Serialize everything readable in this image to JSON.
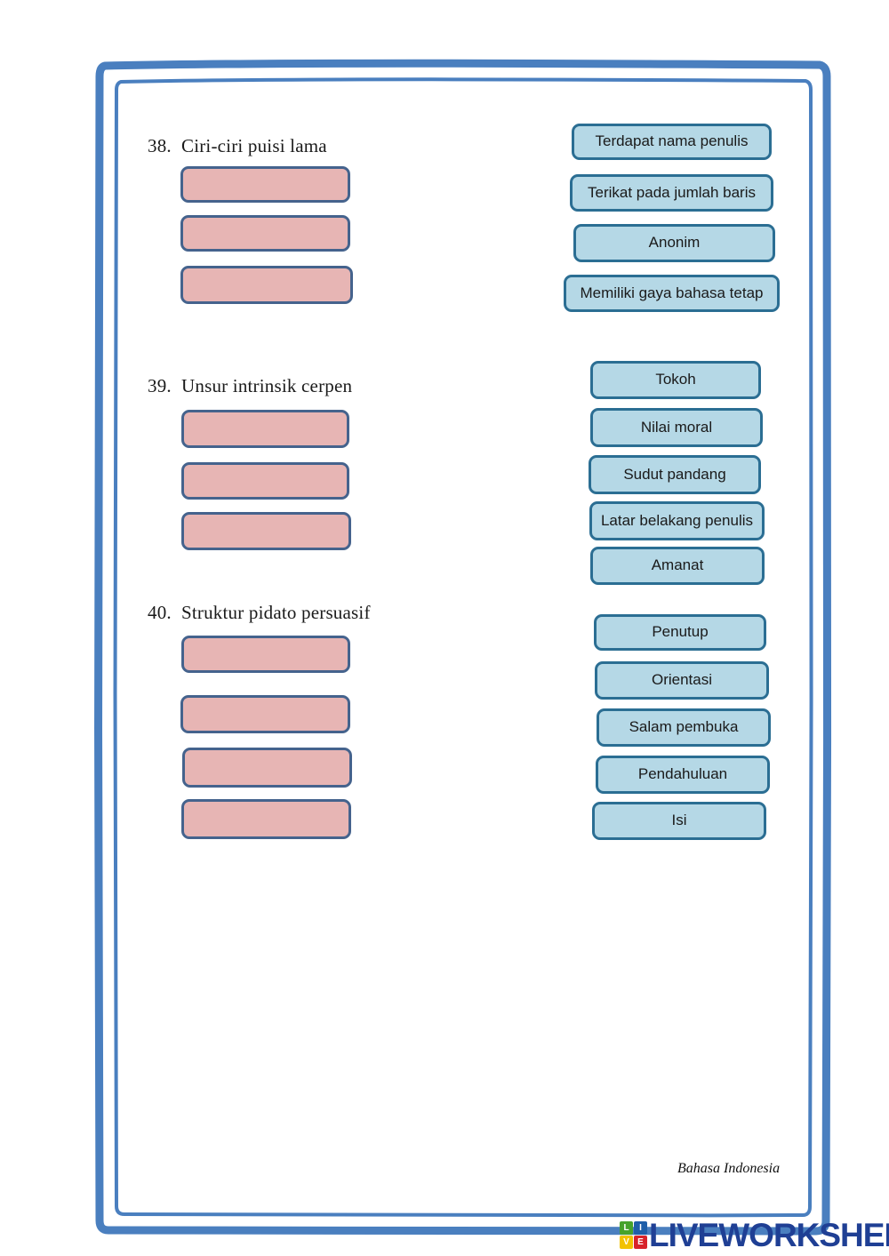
{
  "worksheet": {
    "subject_footer": "Bahasa Indonesia",
    "frame_color": "#4a7fbf",
    "drop_box_fill": "#e7b5b4",
    "drop_box_border": "#45638d",
    "option_box_fill": "#b5d8e6",
    "option_box_border": "#2b6e93"
  },
  "questions": [
    {
      "number": "38.",
      "prompt": "Ciri-ciri puisi lama",
      "drop_slots": [
        "",
        "",
        ""
      ],
      "options": [
        "Terdapat nama penulis",
        "Terikat pada jumlah baris",
        "Anonim",
        "Memiliki gaya bahasa tetap"
      ]
    },
    {
      "number": "39.",
      "prompt": "Unsur intrinsik cerpen",
      "drop_slots": [
        "",
        "",
        ""
      ],
      "options": [
        "Tokoh",
        "Nilai moral",
        "Sudut pandang",
        "Latar belakang penulis",
        "Amanat"
      ]
    },
    {
      "number": "40.",
      "prompt": "Struktur pidato persuasif",
      "drop_slots": [
        "",
        "",
        "",
        ""
      ],
      "options": [
        "Penutup",
        "Orientasi",
        "Salam pembuka",
        "Pendahuluan",
        "Isi"
      ]
    }
  ],
  "logo": {
    "tiles": [
      "L",
      "I",
      "V",
      "E"
    ],
    "wordmark": "LIVEWORKSHEETS"
  }
}
